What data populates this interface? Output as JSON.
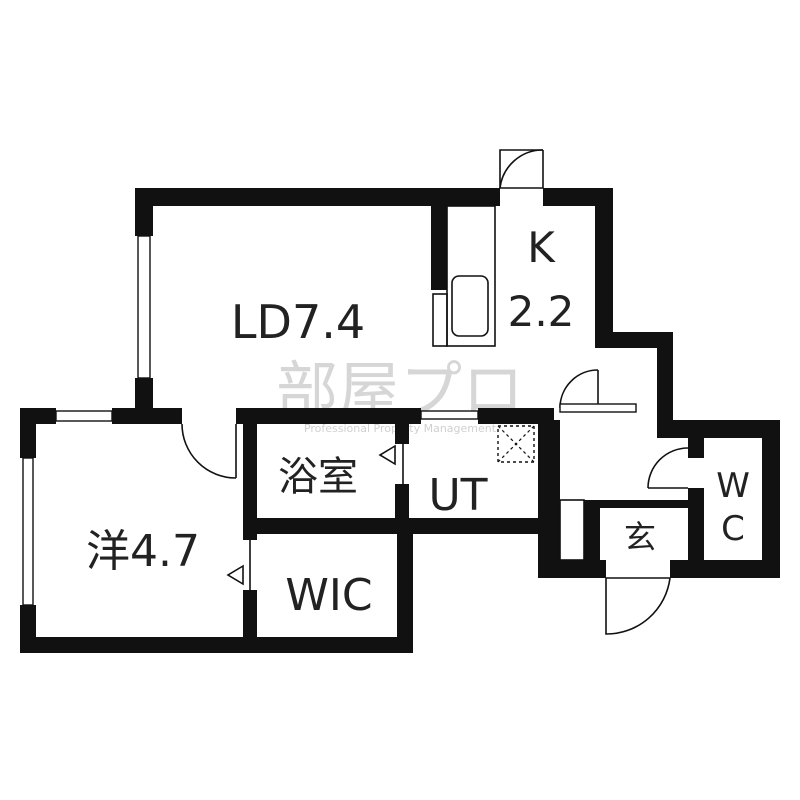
{
  "rooms": {
    "ld": "LD7.4",
    "k_name": "K",
    "k_size": "2.2",
    "bath": "浴室",
    "ut": "UT",
    "western": "洋4.7",
    "wic": "WIC",
    "entrance": "玄",
    "wc_w": "W",
    "wc_c": "C"
  },
  "watermark": {
    "main": "部屋プロ",
    "sub": "Professional Property Management"
  },
  "colors": {
    "wall": "#111111",
    "watermark": "#d9d9d9"
  }
}
